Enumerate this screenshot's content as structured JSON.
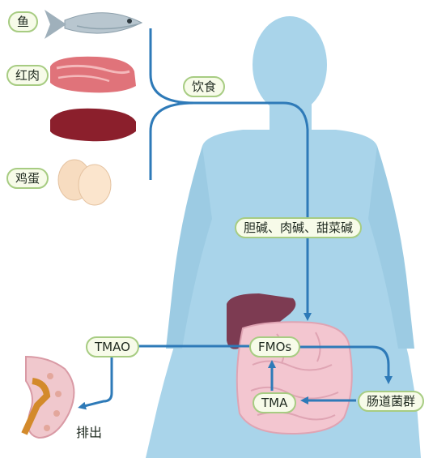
{
  "labels": {
    "fish": "鱼",
    "red_meat": "红肉",
    "egg": "鸡蛋",
    "diet": "饮食",
    "nutrients": "胆碱、肉碱、甜菜碱",
    "tmao": "TMAO",
    "fmos": "FMOs",
    "tma": "TMA",
    "gut_bacteria": "肠道菌群",
    "excretion": "排出"
  },
  "colors": {
    "body": "#a9d4ea",
    "arrow": "#2e7ab8",
    "liver": "#7d3b52",
    "intestine": "#f3c6d0",
    "kidney": "#f0c8cd",
    "pill_fill": "#f7fbe9",
    "pill_border": "#a7cc82"
  },
  "icons": [
    "fish-icon",
    "red-meat-icon",
    "egg-icon",
    "liver-icon",
    "intestine-icon",
    "kidney-icon"
  ]
}
